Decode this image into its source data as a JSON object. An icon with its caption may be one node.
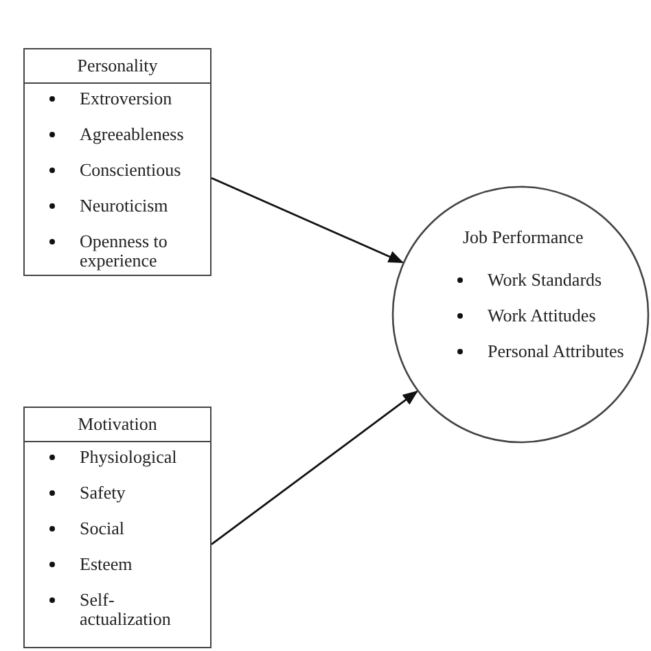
{
  "diagram": {
    "nodes": [
      {
        "text": [
          "Personality",
          "Extroversion",
          "Agreeableness",
          "Conscientious",
          "Neuroticism",
          "Openness to experience"
        ]
      },
      {
        "text": [
          "Job Performance",
          "Work Standards",
          "Work Attitudes",
          "Personal Attributes"
        ]
      },
      {
        "text": [
          "Motivation",
          "Physiological",
          "Safety",
          "Social",
          "Esteem",
          "Self-actualization"
        ]
      }
    ],
    "edges": [
      {
        "from": 0,
        "to": 1,
        "arrow": "to"
      },
      {
        "from": 2,
        "to": 1,
        "arrow": "to"
      }
    ]
  }
}
